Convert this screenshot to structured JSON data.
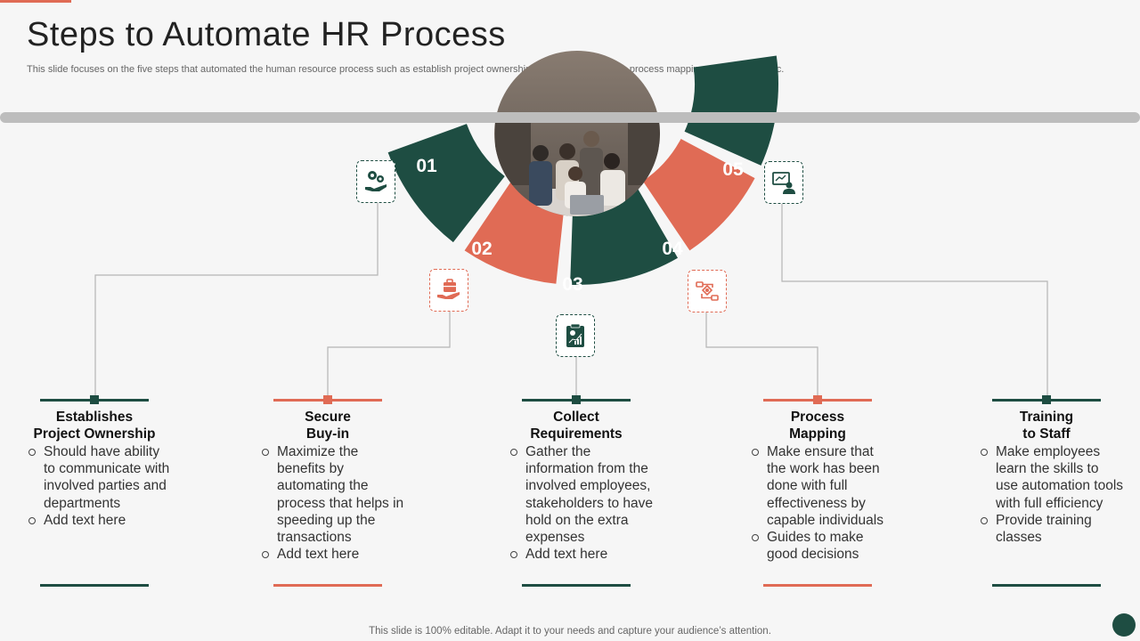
{
  "slide": {
    "title": "Steps to Automate HR Process",
    "subtitle": "This slide focuses on the five steps that automated the human resource process such as establish project ownership, collect requirements, process mapping, staff training, etc.",
    "footer": "This slide is 100% editable. Adapt it to your needs and capture your audience’s attention."
  },
  "colors": {
    "green": "#1e4d42",
    "coral": "#e06b55",
    "gray_bar": "#bdbdbd",
    "connector": "#b5b5b5"
  },
  "segments": [
    {
      "number": "01",
      "color": "green",
      "icon": "gear-hand-icon"
    },
    {
      "number": "02",
      "color": "coral",
      "icon": "briefcase-hand-icon"
    },
    {
      "number": "03",
      "color": "green",
      "icon": "clipboard-chart-icon"
    },
    {
      "number": "04",
      "color": "coral",
      "icon": "process-flow-icon"
    },
    {
      "number": "05",
      "color": "green",
      "icon": "presentation-user-icon"
    }
  ],
  "steps": [
    {
      "title_line1": "Establishes",
      "title_line2": "Project Ownership",
      "color": "green",
      "bullets": [
        "Should have ability to communicate with involved parties and departments",
        "Add text here"
      ]
    },
    {
      "title_line1": "Secure",
      "title_line2": "Buy-in",
      "color": "coral",
      "bullets": [
        "Maximize the benefits by automating the process that helps in speeding up the transactions",
        "Add text here"
      ]
    },
    {
      "title_line1": "Collect",
      "title_line2": "Requirements",
      "color": "green",
      "bullets": [
        "Gather the information from the involved employees, stakeholders to have hold on the extra expenses",
        "Add text here"
      ]
    },
    {
      "title_line1": "Process",
      "title_line2": "Mapping",
      "color": "coral",
      "bullets": [
        "Make ensure that the work has been done with full effectiveness by capable individuals",
        "Guides to make good decisions"
      ]
    },
    {
      "title_line1": "Training",
      "title_line2": "to Staff",
      "color": "green",
      "bullets": [
        "Make employees learn the skills to use automation tools with full efficiency",
        "Provide training classes"
      ]
    }
  ]
}
